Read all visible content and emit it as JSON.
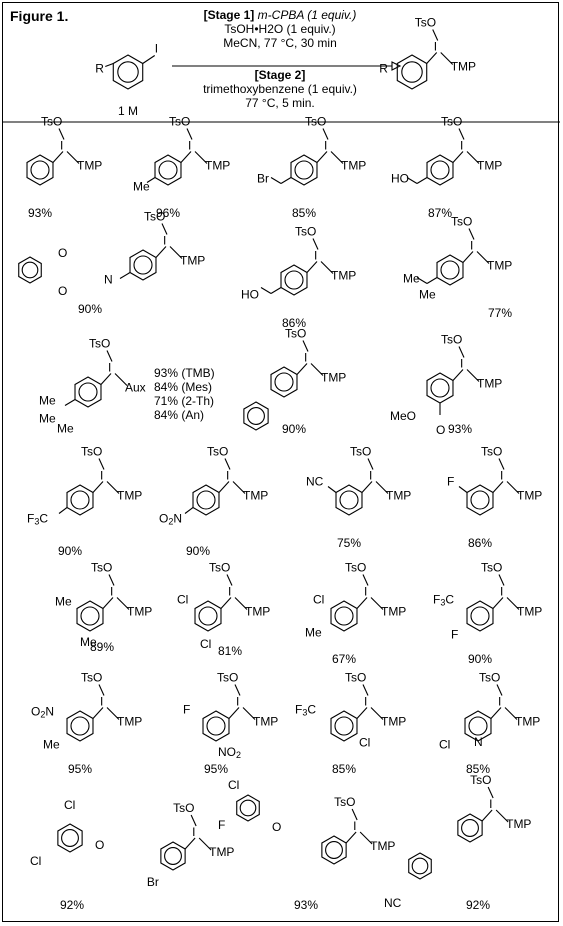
{
  "figure_title": "Figure 1.",
  "scheme": {
    "stage1_label": "[Stage 1]",
    "stage1_reagent": "m-CPBA (1 equiv.)",
    "stage1_line2": "TsOH•H2O (1 equiv.)",
    "stage1_line3": "MeCN, 77 °C, 30 min",
    "stage2_label": "[Stage 2]",
    "stage2_line1": "trimethoxybenzene (1 equiv.)",
    "stage2_line2": "77 °C, 5 min.",
    "sm_conc": "1 M",
    "sm_R": "R",
    "sm_I": "I",
    "pr_R": "R",
    "pr_TsO": "TsO",
    "pr_I": "I",
    "pr_TMP": "TMP"
  },
  "labels": {
    "TsO": "TsO",
    "I": "I",
    "TMP": "TMP",
    "Aux": "Aux",
    "Me": "Me",
    "Br": "Br",
    "HO": "HO",
    "O": "O",
    "N": "N",
    "MeO": "MeO",
    "F3C": "F3C",
    "O2N": "O2N",
    "NO2": "NO2",
    "NC": "NC",
    "F": "F",
    "Cl": "Cl"
  },
  "aux_yields": [
    "93% (TMB)",
    "84% (Mes)",
    "71% (2-Th)",
    "84% (An)"
  ],
  "yields": [
    "93%",
    "96%",
    "85%",
    "87%",
    "90%",
    "86%",
    "77%",
    "90%",
    "93%",
    "90%",
    "90%",
    "75%",
    "86%",
    "89%",
    "81%",
    "67%",
    "90%",
    "95%",
    "95%",
    "85%",
    "85%",
    "92%",
    "93%",
    "92%"
  ]
}
